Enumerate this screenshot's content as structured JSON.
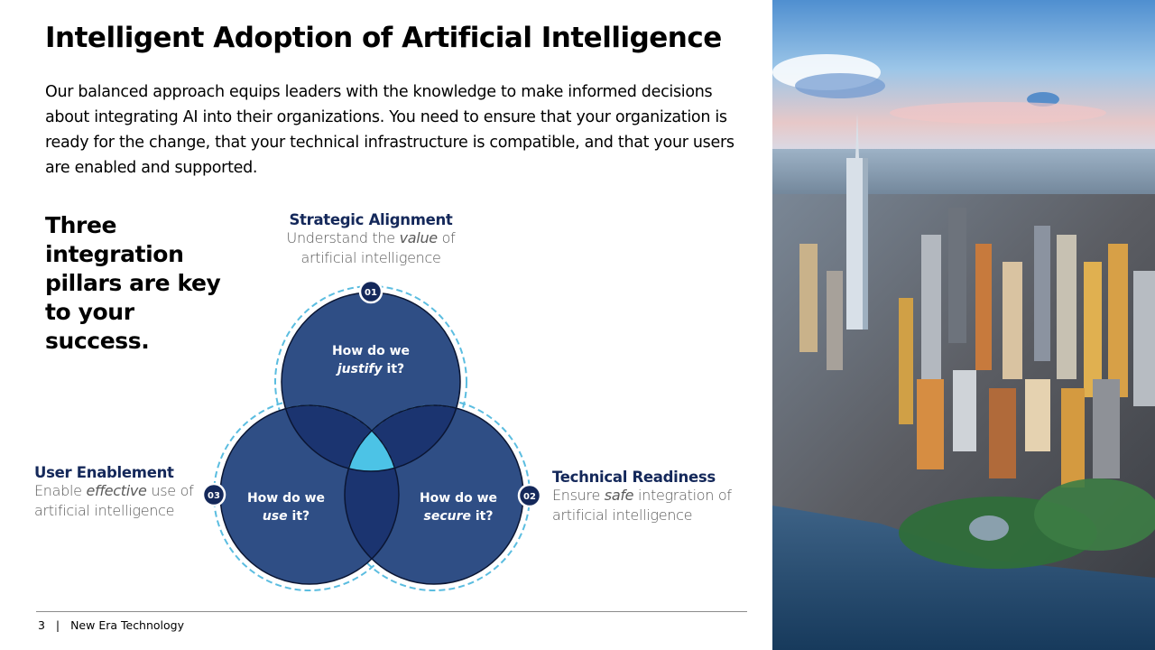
{
  "slide": {
    "title": "Intelligent Adoption of Artificial Intelligence",
    "intro": "Our balanced approach equips leaders with the knowledge to make informed decisions about integrating AI into their organizations. You need to ensure that your organization is ready for the change, that your technical infrastructure is compatible, and that your users are enabled and supported.",
    "pillars_heading": "Three integration pillars are key to your success."
  },
  "pillars": {
    "strategic": {
      "title": "Strategic Alignment",
      "desc_pre": "Understand the ",
      "desc_em": "value",
      "desc_post": " of artificial intelligence",
      "number": "01",
      "question_line1": "How do we",
      "question_em": "justify",
      "question_post": " it?"
    },
    "technical": {
      "title": "Technical Readiness",
      "desc_pre": "Ensure ",
      "desc_em": "safe",
      "desc_post": " integration of artificial intelligence",
      "number": "02",
      "question_line1": "How do we",
      "question_em": "secure",
      "question_post": " it?"
    },
    "user": {
      "title": "User Enablement",
      "desc_pre": "Enable ",
      "desc_em": "effective",
      "desc_post": " use of artificial intelligence",
      "number": "03",
      "question_line1": "How do we",
      "question_em": "use",
      "question_post": " it?"
    }
  },
  "footer": {
    "page_number": "3",
    "separator": "|",
    "company": "New Era Technology"
  },
  "colors": {
    "circle_fill": "#2f4e85",
    "overlap_fill": "#1b3470",
    "center_fill": "#4cc3e6",
    "dashed_ring": "#5bbde0",
    "title_navy": "#14285a",
    "desc_gray": "#5a5a5a",
    "badge_fill": "#14285a"
  },
  "image": {
    "icon": "city-skyline-photo"
  }
}
